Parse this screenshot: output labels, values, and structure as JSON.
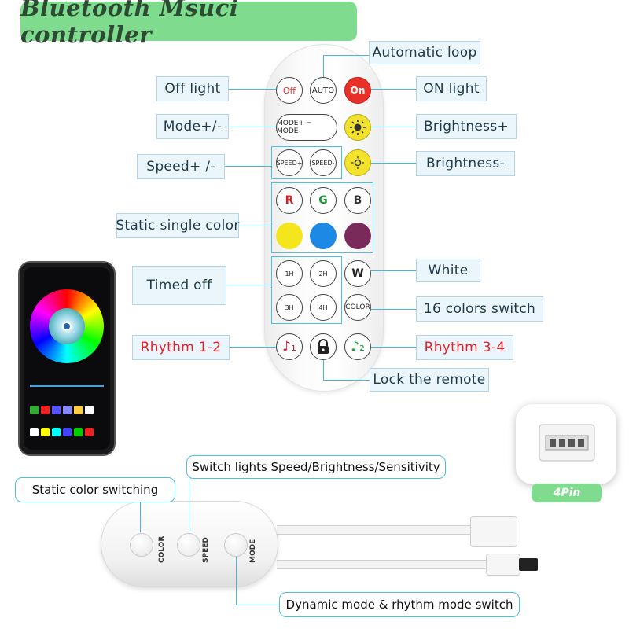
{
  "title": "Bluetooth Msuci controller",
  "remote_labels": {
    "automatic_loop": "Automatic loop",
    "off_light": "Off light",
    "on_light": "ON light",
    "mode": "Mode+/-",
    "brightness_plus": "Brightness+",
    "speed": "Speed+ /-",
    "brightness_minus": "Brightness-",
    "static_single_color": "Static single color",
    "timed_off": "Timed off",
    "white": "White",
    "colors_switch": "16 colors switch",
    "rhythm_1_2": "Rhythm 1-2",
    "rhythm_3_4": "Rhythm 3-4",
    "lock_remote": "Lock the remote"
  },
  "remote_buttons": {
    "off": "Off",
    "auto": "AUTO",
    "on": "On",
    "mode": "MODE+ ─ MODE-",
    "speed_plus": "SPEED+",
    "speed_minus": "SPEED-",
    "r": "R",
    "g": "G",
    "b": "B",
    "w": "W",
    "color": "COLOR",
    "timer_1h": "1H",
    "timer_2h": "2H",
    "timer_3h": "3H",
    "timer_4h": "4H",
    "rhythm_1": "♪₁",
    "rhythm_2": "♪₂"
  },
  "swatch_colors": {
    "yellow": "#f5e51c",
    "blue": "#1e88e5",
    "purple": "#7a2a5a",
    "r_letter": "#d32020",
    "g_letter": "#1f9a3a",
    "b_letter": "#333333"
  },
  "controller": {
    "callout_speed": "Switch lights Speed/Brightness/Sensitivity",
    "callout_static": "Static color switching",
    "callout_dynamic": "Dynamic mode & rhythm mode switch",
    "btn_color": "COLOR",
    "btn_speed": "SPEED",
    "btn_mode": "MODE"
  },
  "pin_label": "4Pin",
  "accent_color": "#4cc0e0",
  "banner_color": "#7fdc8e"
}
